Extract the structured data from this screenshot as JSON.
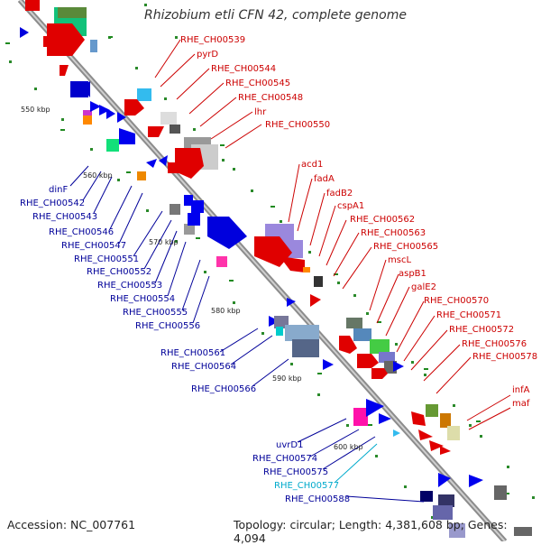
{
  "title": "Rhizobium etli CFN 42, complete genome",
  "accession_text": "Accession: NC_007761",
  "topology_text": "Topology: circular; Length: 4,381,608 bp; Genes: 4,094",
  "colors": {
    "backbone": "#9a9a9a",
    "red_label": "#cc0000",
    "blue_label": "#000099",
    "cyan_label": "#00aacc",
    "tick_dot": "#2a8a2a"
  },
  "ticks": [
    "550 kbp",
    "560 kbp",
    "570 kbp",
    "580 kbp",
    "590 kbp",
    "600 kbp"
  ],
  "right_labels": [
    "RHE_CH00539",
    "pyrD",
    "RHE_CH00544",
    "RHE_CH00545",
    "RHE_CH00548",
    "lhr",
    "RHE_CH00550",
    "acd1",
    "fadA",
    "fadB2",
    "cspA1",
    "RHE_CH00562",
    "RHE_CH00563",
    "RHE_CH00565",
    "mscL",
    "aspB1",
    "galE2",
    "RHE_CH00570",
    "RHE_CH00571",
    "RHE_CH00572",
    "RHE_CH00576",
    "RHE_CH00578",
    "infA",
    "maf"
  ],
  "left_labels": [
    "dinF",
    "RHE_CH00542",
    "RHE_CH00543",
    "RHE_CH00546",
    "RHE_CH00547",
    "RHE_CH00551",
    "RHE_CH00552",
    "RHE_CH00553",
    "RHE_CH00554",
    "RHE_CH00555",
    "RHE_CH00556",
    "RHE_CH00561",
    "RHE_CH00564",
    "RHE_CH00566",
    "uvrD1",
    "RHE_CH00574",
    "RHE_CH00575",
    "RHE_CH00577",
    "RHE_CH00588"
  ]
}
